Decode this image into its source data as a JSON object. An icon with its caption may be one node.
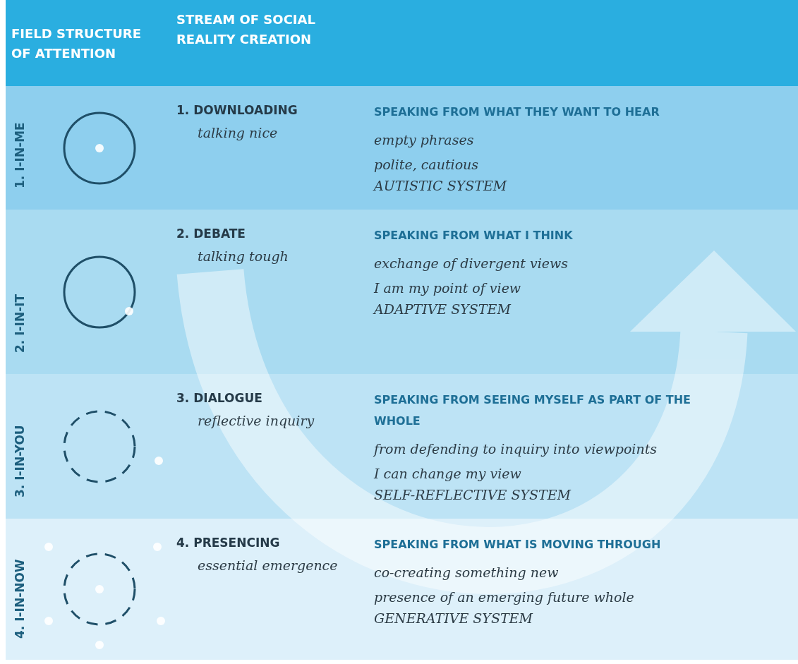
{
  "diagram": {
    "nodes": [
      {
        "text": [
          "FIELD STRUCTURE OF ATTENTION",
          "STREAM OF SOCIAL REALITY CREATION"
        ]
      },
      {
        "text": [
          "1. I-IN-ME",
          "1. DOWNLOADING",
          "talking nice",
          "SPEAKING FROM WHAT THEY WANT TO HEAR",
          "empty phrases",
          "polite, cautious",
          "AUTISTIC SYSTEM"
        ]
      },
      {
        "text": [
          "2. I-IN-IT",
          "2. DEBATE",
          "talking tough",
          "SPEAKING FROM WHAT I THINK",
          "exchange of divergent views",
          "I am my point of view",
          "ADAPTIVE SYSTEM"
        ]
      },
      {
        "text": [
          "3. I-IN-YOU",
          "3. DIALOGUE",
          "reflective inquiry",
          "SPEAKING FROM SEEING MYSELF AS PART OF THE WHOLE",
          "from defending to inquiry into viewpoints",
          "I can change my view",
          "SELF-REFLECTIVE SYSTEM"
        ]
      },
      {
        "text": [
          "4. I-IN-NOW",
          "4. PRESENCING",
          "essential emergence",
          "SPEAKING FROM WHAT IS MOVING THROUGH",
          "co-creating something new",
          "presence of an emerging future whole",
          "GENERATIVE SYSTEM"
        ]
      }
    ]
  }
}
